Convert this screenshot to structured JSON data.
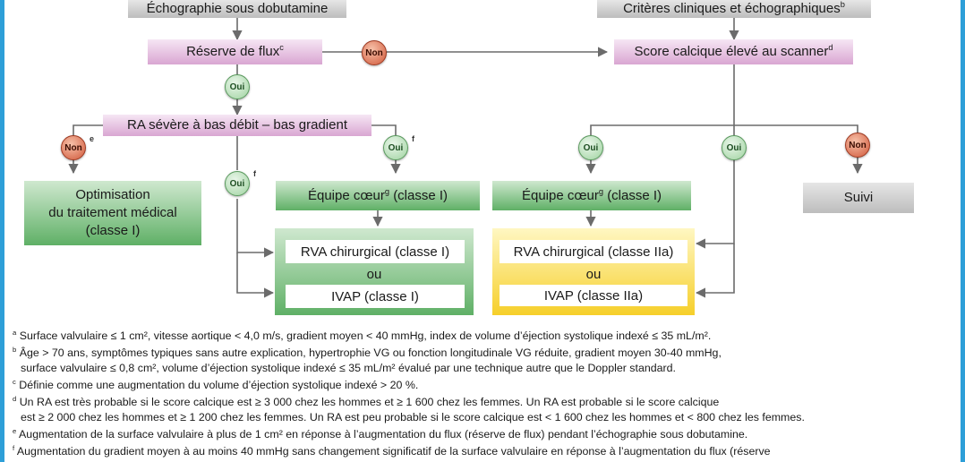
{
  "nodes": {
    "echo_dobutamine": "Échographie sous dobutamine",
    "criteres": "Critères cliniques et échographiques",
    "criteres_ref": "b",
    "reserve_flux": "Réserve de flux",
    "reserve_flux_ref": "c",
    "score_calcique": "Score calcique élevé au scanner",
    "score_calcique_ref": "d",
    "ra_severe": "RA sévère à bas débit – bas gradient",
    "optimisation_l1": "Optimisation",
    "optimisation_l2": "du traitement médical",
    "optimisation_l3": "(classe I)",
    "equipe_coeur_1": "Équipe cœur",
    "equipe_coeur_1_ref": "g",
    "equipe_coeur_1_class": "(classe I)",
    "equipe_coeur_2": "Équipe cœur",
    "equipe_coeur_2_ref": "g",
    "equipe_coeur_2_class": "(classe I)",
    "suivi": "Suivi",
    "rva_classe1": "RVA chirurgical (classe I)",
    "ou_1": "ou",
    "ivap_classe1": "IVAP (classe I)",
    "rva_classe2a": "RVA chirurgical (classe IIa)",
    "ou_2": "ou",
    "ivap_classe2a": "IVAP (classe IIa)"
  },
  "badges": {
    "oui": "Oui",
    "non": "Non"
  },
  "refs": {
    "e": "e",
    "f": "f"
  },
  "footnotes": {
    "a": "Surface valvulaire ≤ 1 cm², vitesse aortique < 4,0 m/s, gradient moyen < 40 mmHg, index de volume d’éjection systolique indexé ≤ 35 mL/m².",
    "b_l1": "Âge > 70 ans, symptômes typiques sans autre explication, hypertrophie VG ou fonction longitudinale VG réduite, gradient moyen 30-40 mmHg,",
    "b_l2": "surface valvulaire ≤ 0,8 cm², volume d’éjection systolique indexé ≤ 35 mL/m² évalué par une technique autre que le Doppler standard.",
    "c": "Définie comme une augmentation du volume d’éjection systolique indexé > 20 %.",
    "d_l1": "Un RA est très probable si le score calcique est ≥ 3 000 chez les hommes et ≥ 1 600 chez les femmes. Un RA est probable si le score calcique",
    "d_l2": "est ≥ 2 000 chez les hommes et ≥ 1 200 chez les femmes. Un RA est peu probable si le score calcique est < 1 600 chez les hommes et < 800 chez les femmes.",
    "e": "Augmentation de la surface valvulaire à plus de 1 cm² en réponse à l’augmentation du flux (réserve de flux) pendant l’échographie sous dobutamine.",
    "f": "Augmentation du gradient moyen à au moins 40 mmHg sans changement significatif de la surface valvulaire en réponse à l’augmentation du flux (réserve"
  },
  "colors": {
    "frame": "#2e9fd8",
    "arrow": "#6b6b6b",
    "gray_box": "#c8c8c8",
    "pink_box": "#d9a6d2",
    "green_box": "#5fb066",
    "yellow_box": "#f6cf2a",
    "oui_badge": "#9fd3a0",
    "non_badge": "#d0583a"
  }
}
